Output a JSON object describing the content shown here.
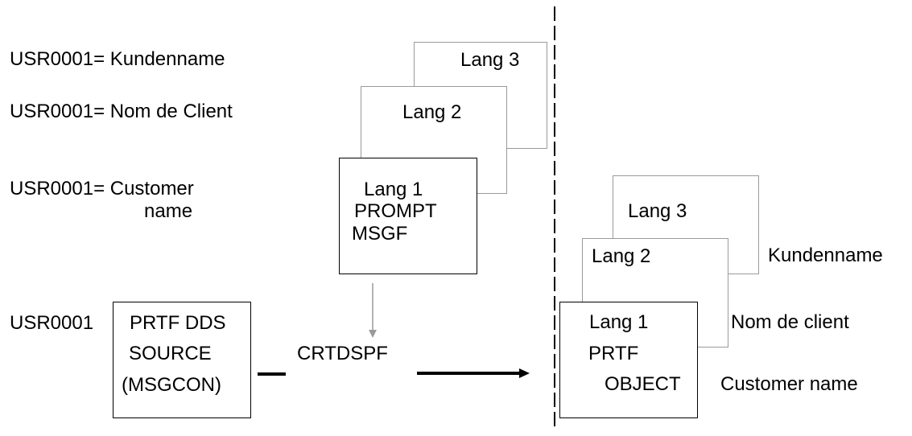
{
  "left_labels": {
    "usr_de": "USR0001= Kundenname",
    "usr_fr": "USR0001= Nom de Client",
    "usr_en_line1": "USR0001= Customer",
    "usr_en_line2": "name",
    "usr_bottom": "USR0001"
  },
  "prompt_stack": {
    "lang3": "Lang  3",
    "lang2": "Lang 2",
    "lang1": "Lang 1",
    "prompt": "PROMPT",
    "msgf": "MSGF"
  },
  "source_box": {
    "line1": "PRTF DDS",
    "line2": "SOURCE",
    "line3": "(MSGCON)"
  },
  "command": "CRTDSPF",
  "object_stack": {
    "lang3": "Lang  3",
    "lang2": "Lang  2",
    "lang1": "Lang 1",
    "prtf": "PRTF",
    "object": "OBJECT"
  },
  "right_labels": {
    "de": "Kundenname",
    "fr": "Nom de client",
    "en": "Customer name"
  },
  "colors": {
    "gray_line": "#9a9a9a",
    "black": "#000000"
  }
}
